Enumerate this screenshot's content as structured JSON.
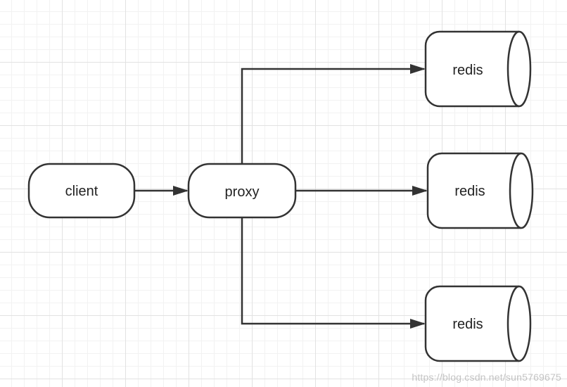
{
  "diagram": {
    "nodes": {
      "client": {
        "label": "client",
        "shape": "rounded-terminal"
      },
      "proxy": {
        "label": "proxy",
        "shape": "rounded-terminal"
      },
      "redis_top": {
        "label": "redis",
        "shape": "cylinder-horizontal"
      },
      "redis_middle": {
        "label": "redis",
        "shape": "cylinder-horizontal"
      },
      "redis_bottom": {
        "label": "redis",
        "shape": "cylinder-horizontal"
      }
    },
    "edges": [
      {
        "from": "client",
        "to": "proxy"
      },
      {
        "from": "proxy",
        "to": "redis_top"
      },
      {
        "from": "proxy",
        "to": "redis_middle"
      },
      {
        "from": "proxy",
        "to": "redis_bottom"
      }
    ],
    "stroke_color": "#333333",
    "fill_color": "#ffffff"
  },
  "watermark": {
    "text": "https://blog.csdn.net/sun5769675"
  }
}
